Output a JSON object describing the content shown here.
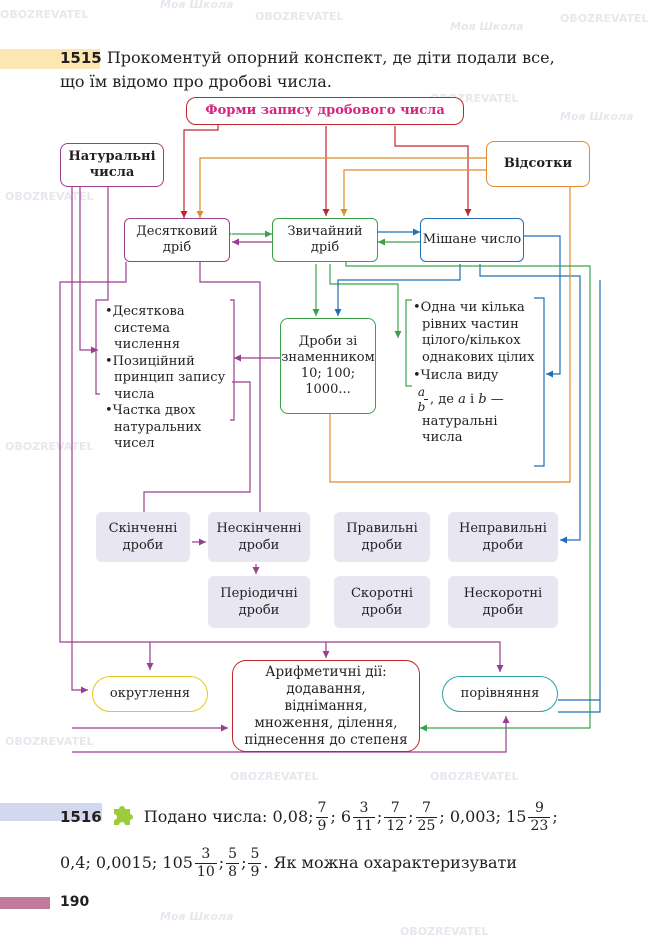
{
  "watermarks": [
    {
      "school": "Моя Школа",
      "brand": "OBOZREVATEL"
    }
  ],
  "task_1515": {
    "number": "1515",
    "line1": "Прокоментуй опорний конспект, де діти подали все,",
    "line2": "що їм відомо про дробові числа."
  },
  "diagram": {
    "title": "Форми запису дробового числа",
    "natural": "Натуральні числа",
    "percent": "Відсотки",
    "decimal": "Десятковий дріб",
    "common": "Звичайний дріб",
    "mixed": "Мішане число",
    "decimal_props": [
      "Десяткова система числення",
      "Позиційний принцип запису числа",
      "Частка двох натуральних чисел"
    ],
    "denominators": "Дроби зі знаменником 10; 100; 1000...",
    "common_props_1": "Одна чи кілька рівних частин цілого/кількох однакових цілих",
    "common_props_2a": "Числа виду",
    "common_props_2b": ", де",
    "common_props_2c": "a",
    "common_props_2d": "і",
    "common_props_2e": "b",
    "common_props_2f": "—",
    "common_props_2g": "натуральні числа",
    "frac_a": "a",
    "frac_b": "b",
    "finite": "Скінченні дроби",
    "infinite": "Нескінченні дроби",
    "periodic": "Періодичні дроби",
    "proper": "Правильні дроби",
    "improper": "Неправильні дроби",
    "reducible": "Скоротні дроби",
    "irreducible": "Нескоротні дроби",
    "rounding": "округлення",
    "arithmetic": "Арифметичні дії: додавання, віднімання, множення, ділення, піднесення до степеня",
    "comparison": "порівняння"
  },
  "task_1516": {
    "number": "1516",
    "intro": "Подано числа: 0,08;",
    "f1": {
      "n": "7",
      "d": "9"
    },
    "s1": "; 6",
    "f2": {
      "n": "3",
      "d": "11"
    },
    "s2": ";",
    "f3": {
      "n": "7",
      "d": "12"
    },
    "s3": ";",
    "f4": {
      "n": "7",
      "d": "25"
    },
    "s4": "; 0,003; 15",
    "f5": {
      "n": "9",
      "d": "23"
    },
    "s5": ";",
    "line2a": "0,4; 0,0015; 105",
    "f6": {
      "n": "3",
      "d": "10"
    },
    "s6": ";",
    "f7": {
      "n": "5",
      "d": "8"
    },
    "s7": ";",
    "f8": {
      "n": "5",
      "d": "9"
    },
    "line2b": ". Як можна охарактеризувати"
  },
  "page_number": "190",
  "colors": {
    "title": "#d6257e",
    "purple": "#9b3d8f",
    "green": "#3aa34a",
    "blue": "#1f6fb2",
    "orange": "#e08a2d",
    "red": "#c0272d",
    "yellow": "#e8c81a",
    "teal": "#2aa1a8"
  }
}
